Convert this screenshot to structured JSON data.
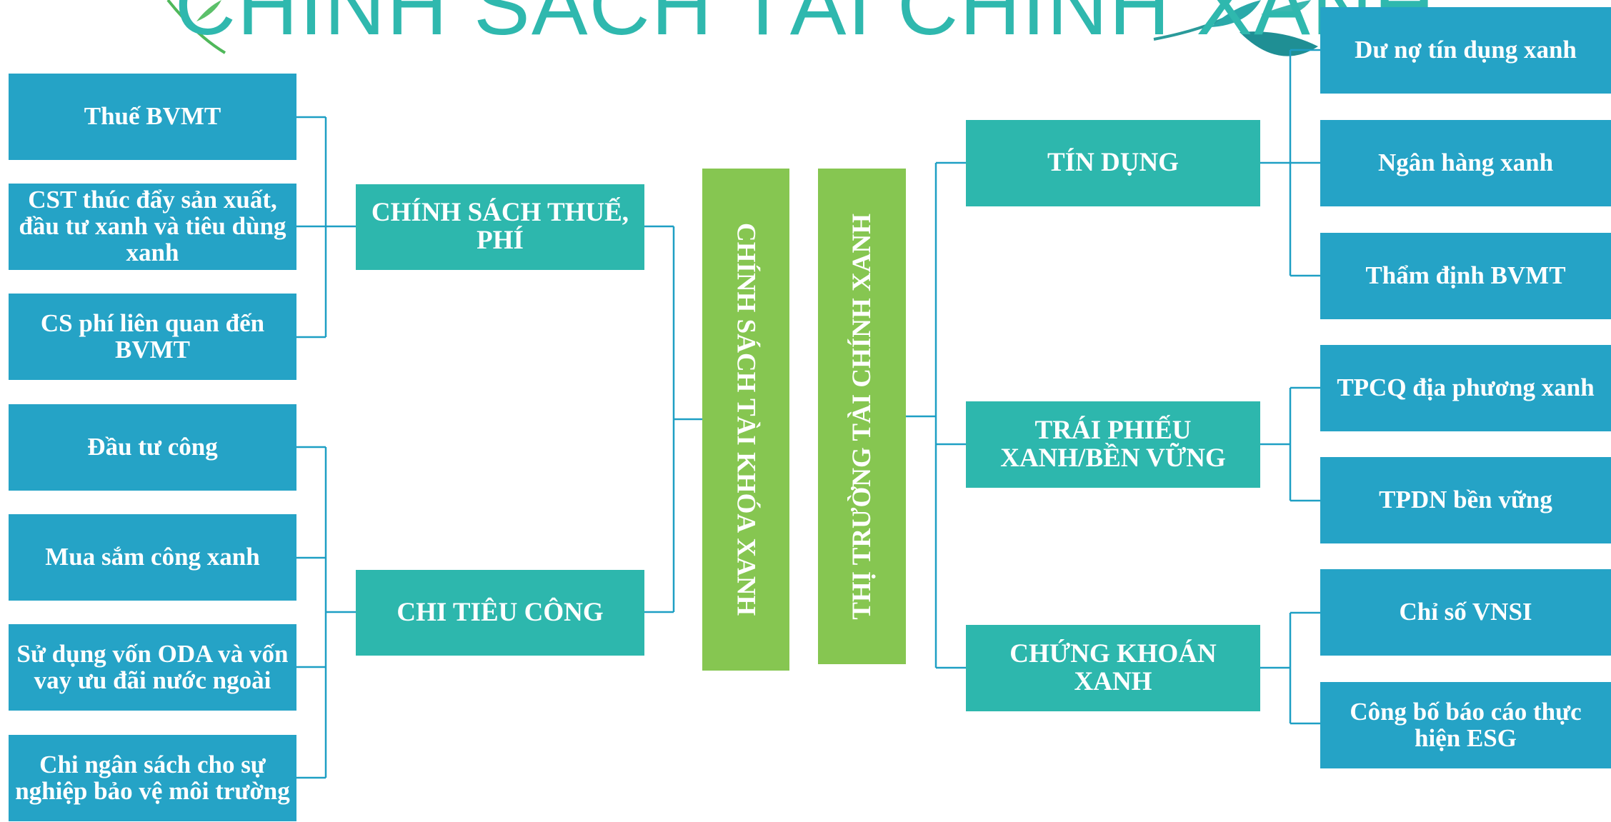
{
  "title": "CHÍNH SÁCH TÀI CHÍNH XANH",
  "left_items": [
    "Thuế BVMT",
    "CST thúc đẩy sản xuất, đầu tư xanh và tiêu dùng xanh",
    "CS phí liên quan đến BVMT",
    "Đầu tư công",
    "Mua sắm công xanh",
    "Sử dụng vốn ODA và vốn vay ưu đãi nước ngoài",
    "Chi ngân sách cho sự nghiệp bảo vệ môi trường"
  ],
  "left_groups": [
    "CHÍNH SÁCH THUẾ, PHÍ",
    "CHI TIÊU CÔNG"
  ],
  "center_left": "CHÍNH SÁCH TÀI KHÓA XANH",
  "center_right": "THỊ TRƯỜNG TÀI CHÍNH XANH",
  "right_groups": [
    "TÍN DỤNG",
    "TRÁI PHIẾU XANH/BỀN VỮNG",
    "CHỨNG KHOÁN XANH"
  ],
  "right_items": [
    "Dư nợ tín dụng xanh",
    "Ngân hàng xanh",
    "Thẩm định BVMT",
    "TPCQ địa phương xanh",
    "TPDN bền vững",
    "Chỉ số VNSI",
    "Công bố báo cáo thực hiện ESG"
  ],
  "colors": {
    "leaf_box": "#25a3c6",
    "group_box": "#2db7ad",
    "center_bar": "#86c651",
    "title": "#2fb8ae",
    "connector": "#1e9fc4"
  }
}
